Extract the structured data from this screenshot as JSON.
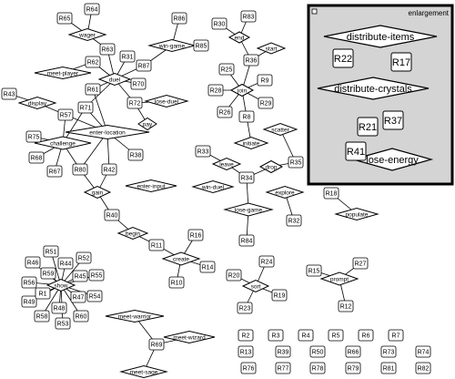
{
  "enlargement_title": "enlargement",
  "rooms": [
    "R2",
    "R3",
    "R4",
    "R5",
    "R6",
    "R7",
    "R10",
    "R11",
    "R12",
    "R13",
    "R14",
    "R15",
    "R16",
    "R17",
    "R18",
    "R19",
    "R20",
    "R21",
    "R22",
    "R23",
    "R24",
    "R25",
    "R26",
    "R27",
    "R28",
    "R29",
    "R30",
    "R31",
    "R32",
    "R33",
    "R34",
    "R35",
    "R36",
    "R37",
    "R38",
    "R39",
    "R40",
    "R41",
    "R42",
    "R43",
    "R44",
    "R45",
    "R46",
    "R47",
    "R48",
    "R49",
    "R50",
    "R51",
    "R52",
    "R53",
    "R54",
    "R55",
    "R56",
    "R57",
    "R58",
    "R59",
    "R60",
    "R61",
    "R62",
    "R63",
    "R64",
    "R65",
    "R66",
    "R67",
    "R68",
    "R69",
    "R70",
    "R71",
    "R72",
    "R73",
    "R74",
    "R75",
    "R76",
    "R77",
    "R78",
    "R79",
    "R80",
    "R81",
    "R82",
    "R83",
    "R84",
    "R85",
    "R86",
    "R87",
    "R1",
    "R8",
    "R9"
  ],
  "actions": [
    "wager",
    "win-game",
    "start",
    "end",
    "meet-player",
    "duel",
    "lose-duel",
    "join",
    "display",
    "pay",
    "enter-location",
    "challenge",
    "initiate",
    "scatter",
    "leave",
    "drop",
    "explore",
    "gain",
    "enter-input",
    "win-duel",
    "lose-game",
    "populate",
    "begin",
    "create",
    "show",
    "prompt",
    "sort",
    "meet-warrior",
    "meet-wizard",
    "meet-sage",
    "distribute-items",
    "distribute-crystals",
    "lose-energy"
  ]
}
